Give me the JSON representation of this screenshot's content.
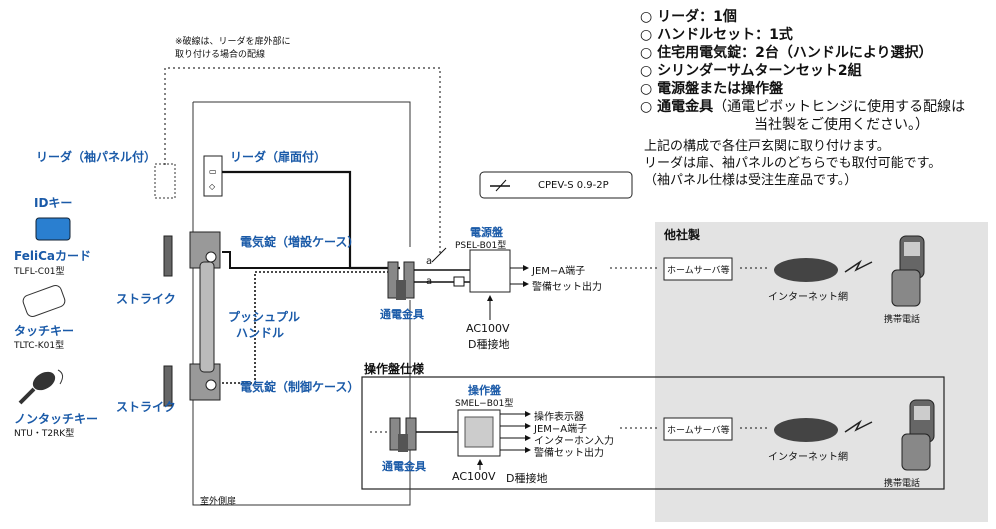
{
  "components": [
    "リーダ：1個",
    "ハンドルセット：1式",
    "住宅用電気錠：2台（ハンドルにより選択）",
    "シリンダーサムターンセット2組",
    "電源盤または操作盤"
  ],
  "component_last": {
    "label": "通電金具",
    "note1": "（通電ピボットヒンジに使用する配線は",
    "note2": "当社製をご使用ください。）"
  },
  "description": [
    "上記の構成で各住戸玄関に取り付けます。",
    "リーダは扉、袖パネルのどちらでも取付可能です。",
    "（袖パネル仕様は受注生産品です。）"
  ],
  "note_dashed": [
    "※破線は、リーダを扉外部に",
    "取り付ける場合の配線"
  ],
  "cable": "CPEV-S 0.9-2P",
  "left": {
    "reader_sleeve": "リーダ（袖パネル付）",
    "id_key": "IDキー",
    "felica": "FeliCaカード",
    "felica_model": "TLFL-C01型",
    "touch_key": "タッチキー",
    "touch_model": "TLTC-K01型",
    "nontouch_key": "ノンタッチキー",
    "nontouch_model": "NTU・T2RK型",
    "strike1": "ストライク",
    "strike2": "ストライク"
  },
  "door": {
    "reader_door": "リーダ（扉面付）",
    "lock_add": "電気錠（増設ケース）",
    "push_pull1": "プッシュプル",
    "push_pull2": "ハンドル",
    "lock_ctrl": "電気錠（制御ケース）",
    "outdoor_door": "室外側扉",
    "energize_1": "通電金具",
    "energize_2": "通電金具"
  },
  "power": {
    "title": "電源盤",
    "model": "PSEL-B01型",
    "out1": "JEM−A端子",
    "out2": "警備セット出力",
    "ac": "AC100V",
    "ground": "D種接地",
    "label_a1": "a",
    "label_a2": "a"
  },
  "panel": {
    "section": "操作盤仕様",
    "title": "操作盤",
    "model": "SMEL−B01型",
    "out1": "操作表示器",
    "out2": "JEM−A端子",
    "out3": "インターホン入力",
    "out4": "警備セット出力",
    "ac": "AC100V",
    "ground": "D種接地"
  },
  "other": {
    "title": "他社製",
    "server1": "ホームサーバ等",
    "server2": "ホームサーバ等",
    "internet1": "インターネット網",
    "internet2": "インターネット網",
    "phone1": "携帯電話",
    "phone2": "携帯電話"
  }
}
